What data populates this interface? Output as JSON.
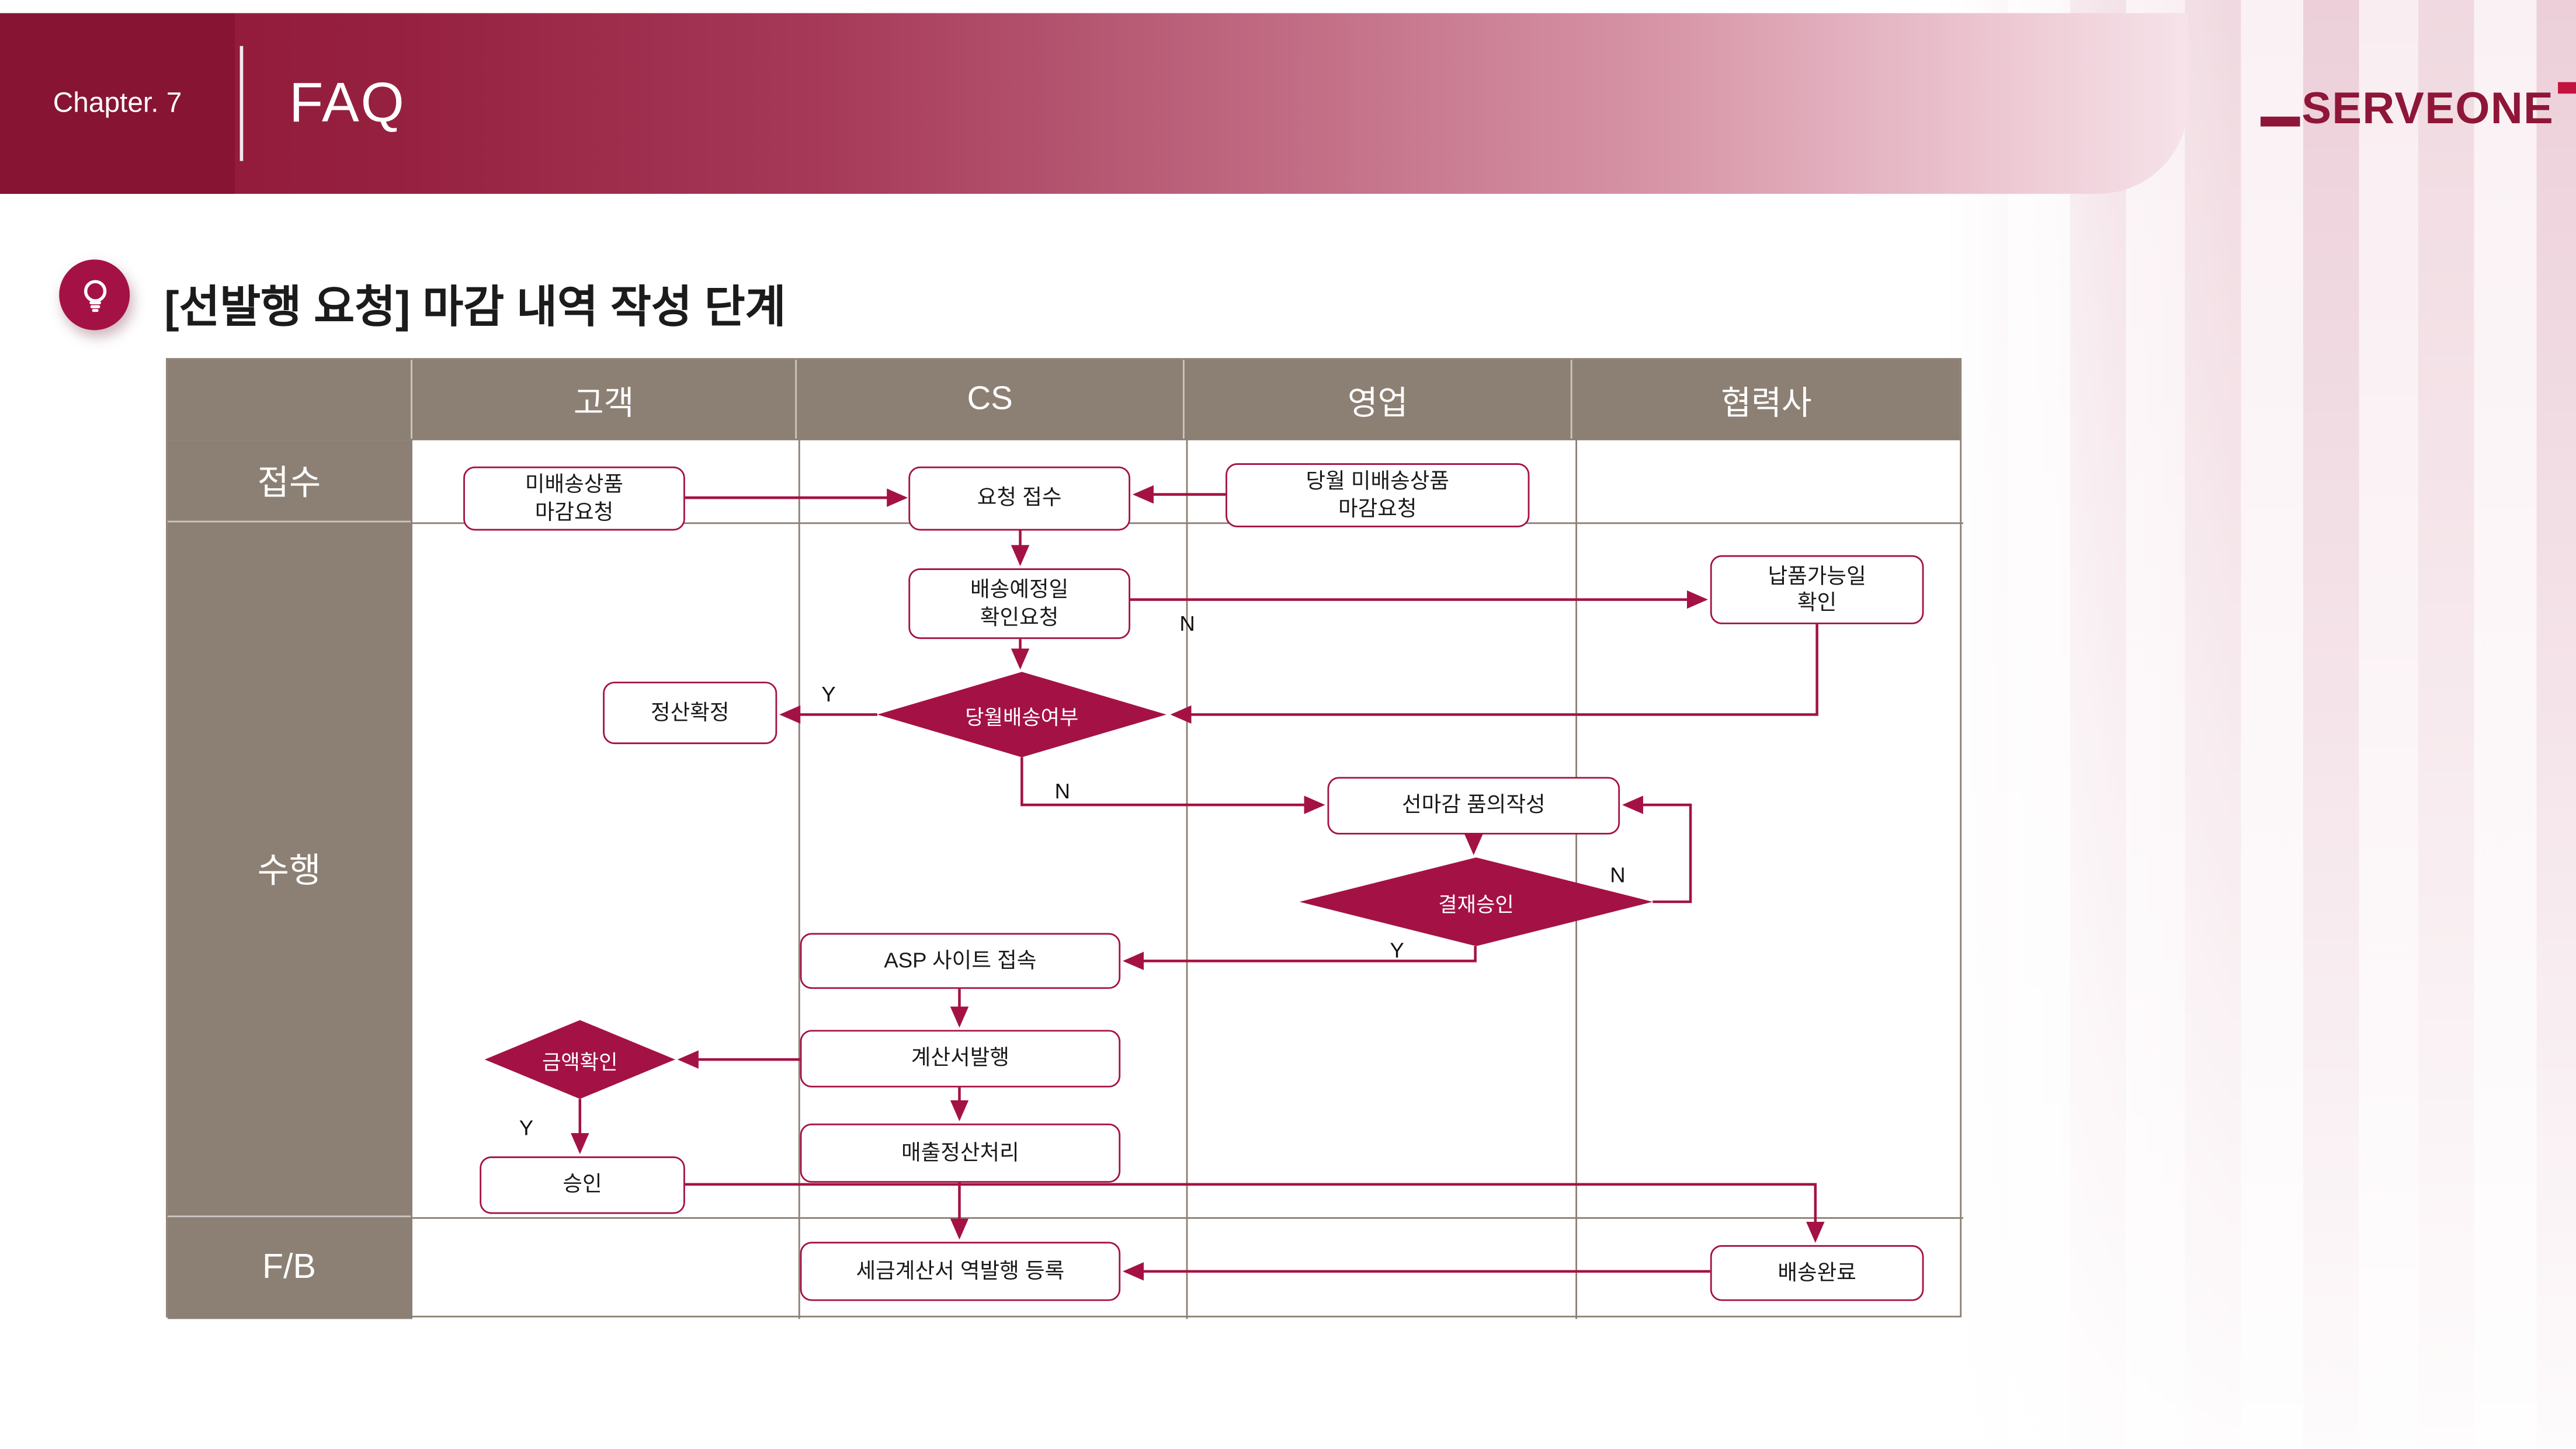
{
  "colors": {
    "brand": "#a41245",
    "header-dark": "#8e1638",
    "taupe": "#8c8074",
    "line": "#8c8074"
  },
  "header": {
    "chapter": "Chapter. 7",
    "title": "FAQ",
    "logo_text": "SERVEONE"
  },
  "page": {
    "heading": "[선발행 요청] 마감 내역 작성 단계"
  },
  "diagram": {
    "column_headers": [
      "고객",
      "CS",
      "영업",
      "협력사"
    ],
    "row_headers": [
      "접수",
      "수행",
      "F/B"
    ],
    "nodes": {
      "unshipped_close_request": "미배송상품\n마감요청",
      "request_receipt": "요청 접수",
      "monthly_unshipped_close_request": "당월 미배송상품\n마감요청",
      "delivery_date_confirm_request": "배송예정일\n확인요청",
      "supply_available_date_confirm": "납품가능일\n확인",
      "settlement_confirm": "정산확정",
      "monthly_delivery_decision": "당월배송여부",
      "pre_close_draft": "선마감 품의작성",
      "approval_decision": "결재승인",
      "asp_site_access": "ASP 사이트 접속",
      "invoice_issue": "계산서발행",
      "amount_check_decision": "금액확인",
      "approve": "승인",
      "sales_settlement": "매출정산처리",
      "tax_invoice_reverse_register": "세금계산서 역발행 등록",
      "delivery_complete": "배송완료"
    },
    "edge_labels": {
      "settle_yes": "Y",
      "supplier_no": "N",
      "delivery_no": "N",
      "approval_no": "N",
      "approval_yes": "Y",
      "amount_yes": "Y"
    },
    "edges": [
      {
        "from": "unshipped_close_request",
        "to": "request_receipt"
      },
      {
        "from": "monthly_unshipped_close_request",
        "to": "request_receipt"
      },
      {
        "from": "request_receipt",
        "to": "delivery_date_confirm_request"
      },
      {
        "from": "delivery_date_confirm_request",
        "to": "supply_available_date_confirm"
      },
      {
        "from": "supply_available_date_confirm",
        "to": "monthly_delivery_decision"
      },
      {
        "from": "delivery_date_confirm_request",
        "to": "monthly_delivery_decision"
      },
      {
        "from": "monthly_delivery_decision",
        "to": "settlement_confirm",
        "label": "Y"
      },
      {
        "from": "monthly_delivery_decision",
        "to": "pre_close_draft",
        "label": "N"
      },
      {
        "from": "pre_close_draft",
        "to": "approval_decision"
      },
      {
        "from": "approval_decision",
        "to": "pre_close_draft",
        "label": "N"
      },
      {
        "from": "approval_decision",
        "to": "asp_site_access",
        "label": "Y"
      },
      {
        "from": "asp_site_access",
        "to": "invoice_issue"
      },
      {
        "from": "invoice_issue",
        "to": "amount_check_decision"
      },
      {
        "from": "amount_check_decision",
        "to": "approve",
        "label": "Y"
      },
      {
        "from": "invoice_issue",
        "to": "sales_settlement"
      },
      {
        "from": "sales_settlement",
        "to": "tax_invoice_reverse_register"
      },
      {
        "from": "approve",
        "to": "delivery_complete"
      },
      {
        "from": "delivery_complete",
        "to": "tax_invoice_reverse_register"
      }
    ]
  }
}
